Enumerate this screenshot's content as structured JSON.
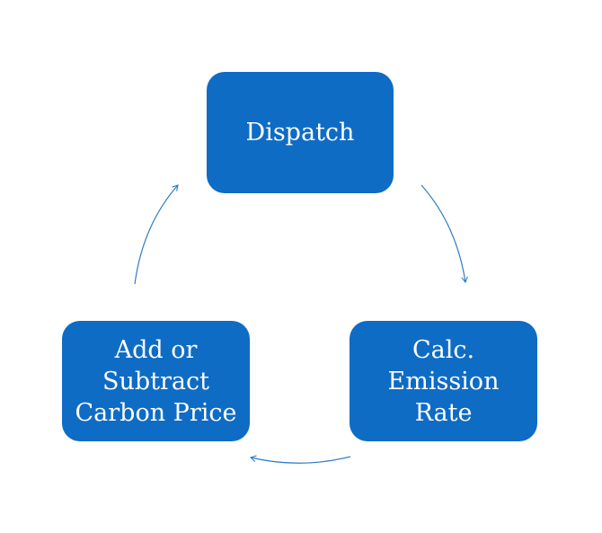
{
  "nodes": {
    "dispatch": {
      "lines": [
        "Dispatch"
      ]
    },
    "emission": {
      "lines": [
        "Calc.",
        "Emission",
        "Rate"
      ]
    },
    "carbon": {
      "lines": [
        "Add or",
        "Subtract",
        "Carbon Price"
      ]
    }
  },
  "colors": {
    "node_fill": "#0f6cc4",
    "node_text": "#ffffff",
    "arrow": "#2f7cc6"
  }
}
